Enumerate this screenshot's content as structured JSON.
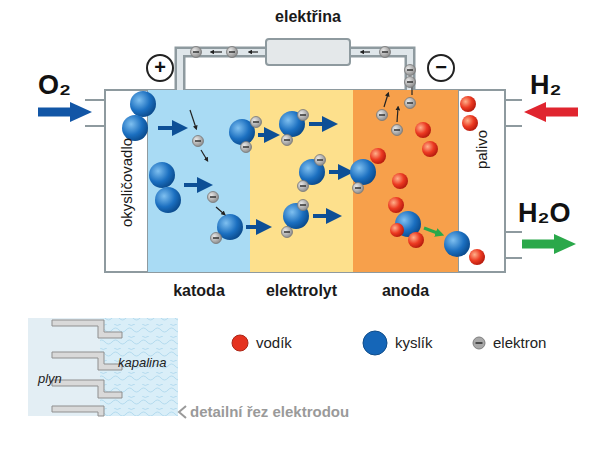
{
  "diagram": {
    "nodes": [
      {
        "text": [
          "okysličovadlo"
        ]
      },
      {
        "text": [
          "katoda"
        ]
      },
      {
        "text": [
          "elektrolyt"
        ]
      },
      {
        "text": [
          "anoda"
        ]
      },
      {
        "text": [
          "palivo"
        ]
      },
      {
        "text": [
          "elektřina"
        ]
      }
    ],
    "edges": [
      {
        "from": 3,
        "to": 5,
        "arrow": "none"
      },
      {
        "from": 5,
        "to": 1,
        "arrow": "none"
      }
    ],
    "labels": [
      "O₂",
      "H₂",
      "H₂O",
      "+",
      "−",
      "plyn",
      "kapalina",
      "detailní řez elektrodou"
    ],
    "legend": [
      {
        "text": "vodík",
        "color": "#e5321f"
      },
      {
        "text": "kyslík",
        "color": "#1566b8"
      },
      {
        "text": "elektron",
        "color": "#a8a8a8"
      }
    ]
  }
}
